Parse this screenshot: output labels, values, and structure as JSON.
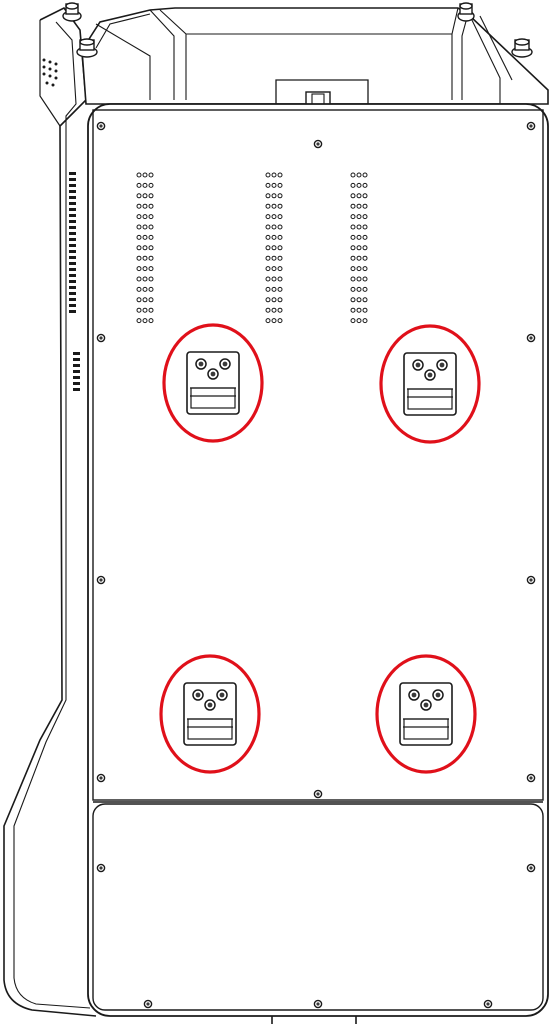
{
  "figure": {
    "subject": "cabinet-rear-view",
    "colors": {
      "line": "#1a1a1a",
      "fill": "#ffffff",
      "highlight": "#e0101a",
      "screw": "#3a3a3a"
    }
  },
  "brackets": [
    {
      "id": "upper-left",
      "highlighted": true
    },
    {
      "id": "upper-right",
      "highlighted": true
    },
    {
      "id": "lower-left",
      "highlighted": true
    },
    {
      "id": "lower-right",
      "highlighted": true
    }
  ],
  "vent_grilles": 3,
  "feet": 4
}
